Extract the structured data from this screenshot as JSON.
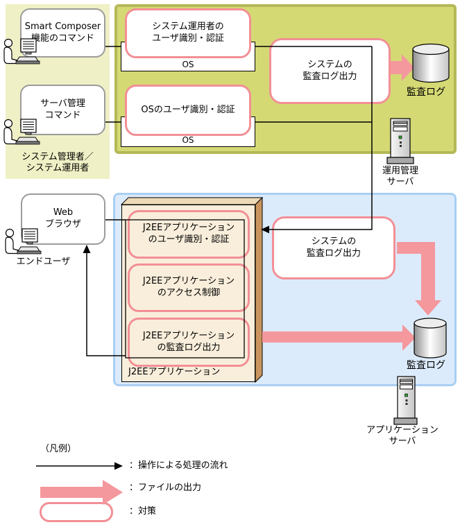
{
  "colors": {
    "accent_pink_border": "#f28f95",
    "accent_pink_arrow": "#f4989d",
    "olive_panel_fill": "#d5d974",
    "olive_panel_border": "#b4b958",
    "pale_yellow_panel_fill": "#eff0c5",
    "blue_panel_fill": "#dcebfb",
    "blue_panel_border": "#a9cff2",
    "j2ee_box_front": "#f9eedb",
    "j2ee_box_top": "#ecd9b5",
    "j2ee_box_side": "#c9945e"
  },
  "top": {
    "smart_composer_lines": [
      "Smart Composer",
      "機能のコマンド"
    ],
    "server_mgmt_lines": [
      "サーバ管理",
      "コマンド"
    ],
    "admin_label_lines": [
      "システム管理者／",
      "システム運用者"
    ],
    "measure1_lines": [
      "システム運用者の",
      "ユーザ識別・認証"
    ],
    "measure2_line": "OSのユーザ識別・認証",
    "os_label1": "OS",
    "os_label2": "OS",
    "system_audit_lines": [
      "システムの",
      "監査ログ出力"
    ],
    "audit_log_label": "監査ログ",
    "ops_server_lines": [
      "運用管理",
      "サーバ"
    ]
  },
  "middle": {
    "web_browser_lines": [
      "Web",
      "ブラウザ"
    ],
    "end_user_label": "エンドユーザ",
    "j2ee_label": "J2EEアプリケーション",
    "measure1_lines": [
      "J2EEアプリケーション",
      "のユーザ識別・認証"
    ],
    "measure2_lines": [
      "J2EEアプリケーション",
      "のアクセス制御"
    ],
    "measure3_lines": [
      "J2EEアプリケーション",
      "の監査ログ出力"
    ],
    "system_audit_lines": [
      "システムの",
      "監査ログ出力"
    ],
    "audit_log_label": "監査ログ",
    "app_server_lines": [
      "アプリケーション",
      "サーバ"
    ]
  },
  "legend": {
    "title": "（凡例）",
    "flow_label": "：操作による処理の流れ",
    "file_label": "：ファイルの出力",
    "measure_label": "：対策"
  }
}
